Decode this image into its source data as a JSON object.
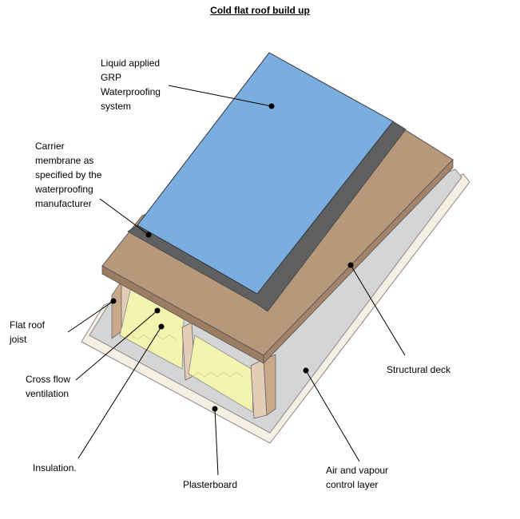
{
  "title": "Cold flat roof build up",
  "labels": {
    "waterproofing": "Liquid applied\nGRP\nWaterproofing\nsystem",
    "carrier_membrane": "Carrier\nmembrane as\nspecified by the\nwaterproofing\nmanufacturer",
    "joist": "Flat roof\njoist",
    "ventilation": "Cross flow\nventilation",
    "insulation": "Insulation.",
    "plasterboard": "Plasterboard",
    "vapour_layer": "Air and vapour\ncontrol layer",
    "deck": "Structural deck"
  },
  "colors": {
    "waterproofing": "#7aade0",
    "membrane": "#5d5f61",
    "deck": "#b8987a",
    "vapour_layer": "#d4d5d7",
    "plasterboard": "#f5f0e3",
    "insulation": "#f4f3b0",
    "joist": "#e3cdb6"
  }
}
